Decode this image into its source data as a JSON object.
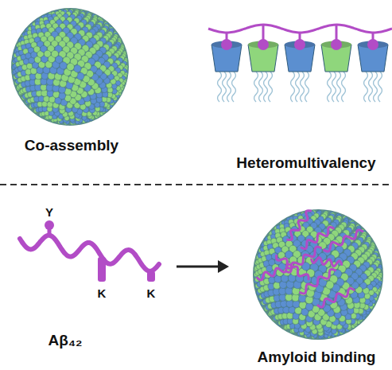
{
  "diagram": {
    "labels": [
      "Co-assembly",
      "Heteromultivalency",
      "Y",
      "K",
      "K",
      "Aβ₄₂",
      "Amyloid binding"
    ]
  }
}
